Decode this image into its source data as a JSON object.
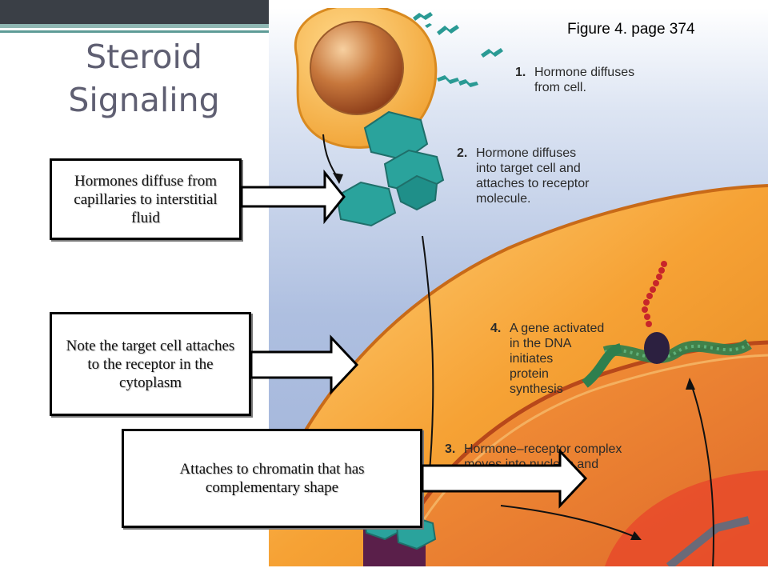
{
  "slide": {
    "title": "Steroid Signaling"
  },
  "figure": {
    "label": "Figure 4. page 374",
    "steps": [
      {
        "num": "1.",
        "text": "Hormone diffuses\nfrom cell."
      },
      {
        "num": "2.",
        "text": "Hormone diffuses\ninto target cell and\nattaches to receptor\nmolecule."
      },
      {
        "num": "4.",
        "text": "A gene activated\nin the DNA\ninitiates\nprotein\nsynthesis"
      },
      {
        "num": "3.",
        "text": "Hormone–receptor complex\nmoves into nucleus and\nattaches to DNA."
      }
    ]
  },
  "callouts": [
    {
      "text": "Hormones diffuse from capillaries to interstitial fluid"
    },
    {
      "text": "Note the target cell attaches to the receptor in the cytoplasm"
    },
    {
      "text": "Attaches to chromatin that has complementary shape"
    }
  ],
  "colors": {
    "title": "#5f5f72",
    "topbar": "#3a3f46",
    "accent": "#8fb7b3",
    "hormone_teal": "#2a9a94",
    "cell_orange": "#f2a23a",
    "background_blue": "#b9c8e6"
  }
}
